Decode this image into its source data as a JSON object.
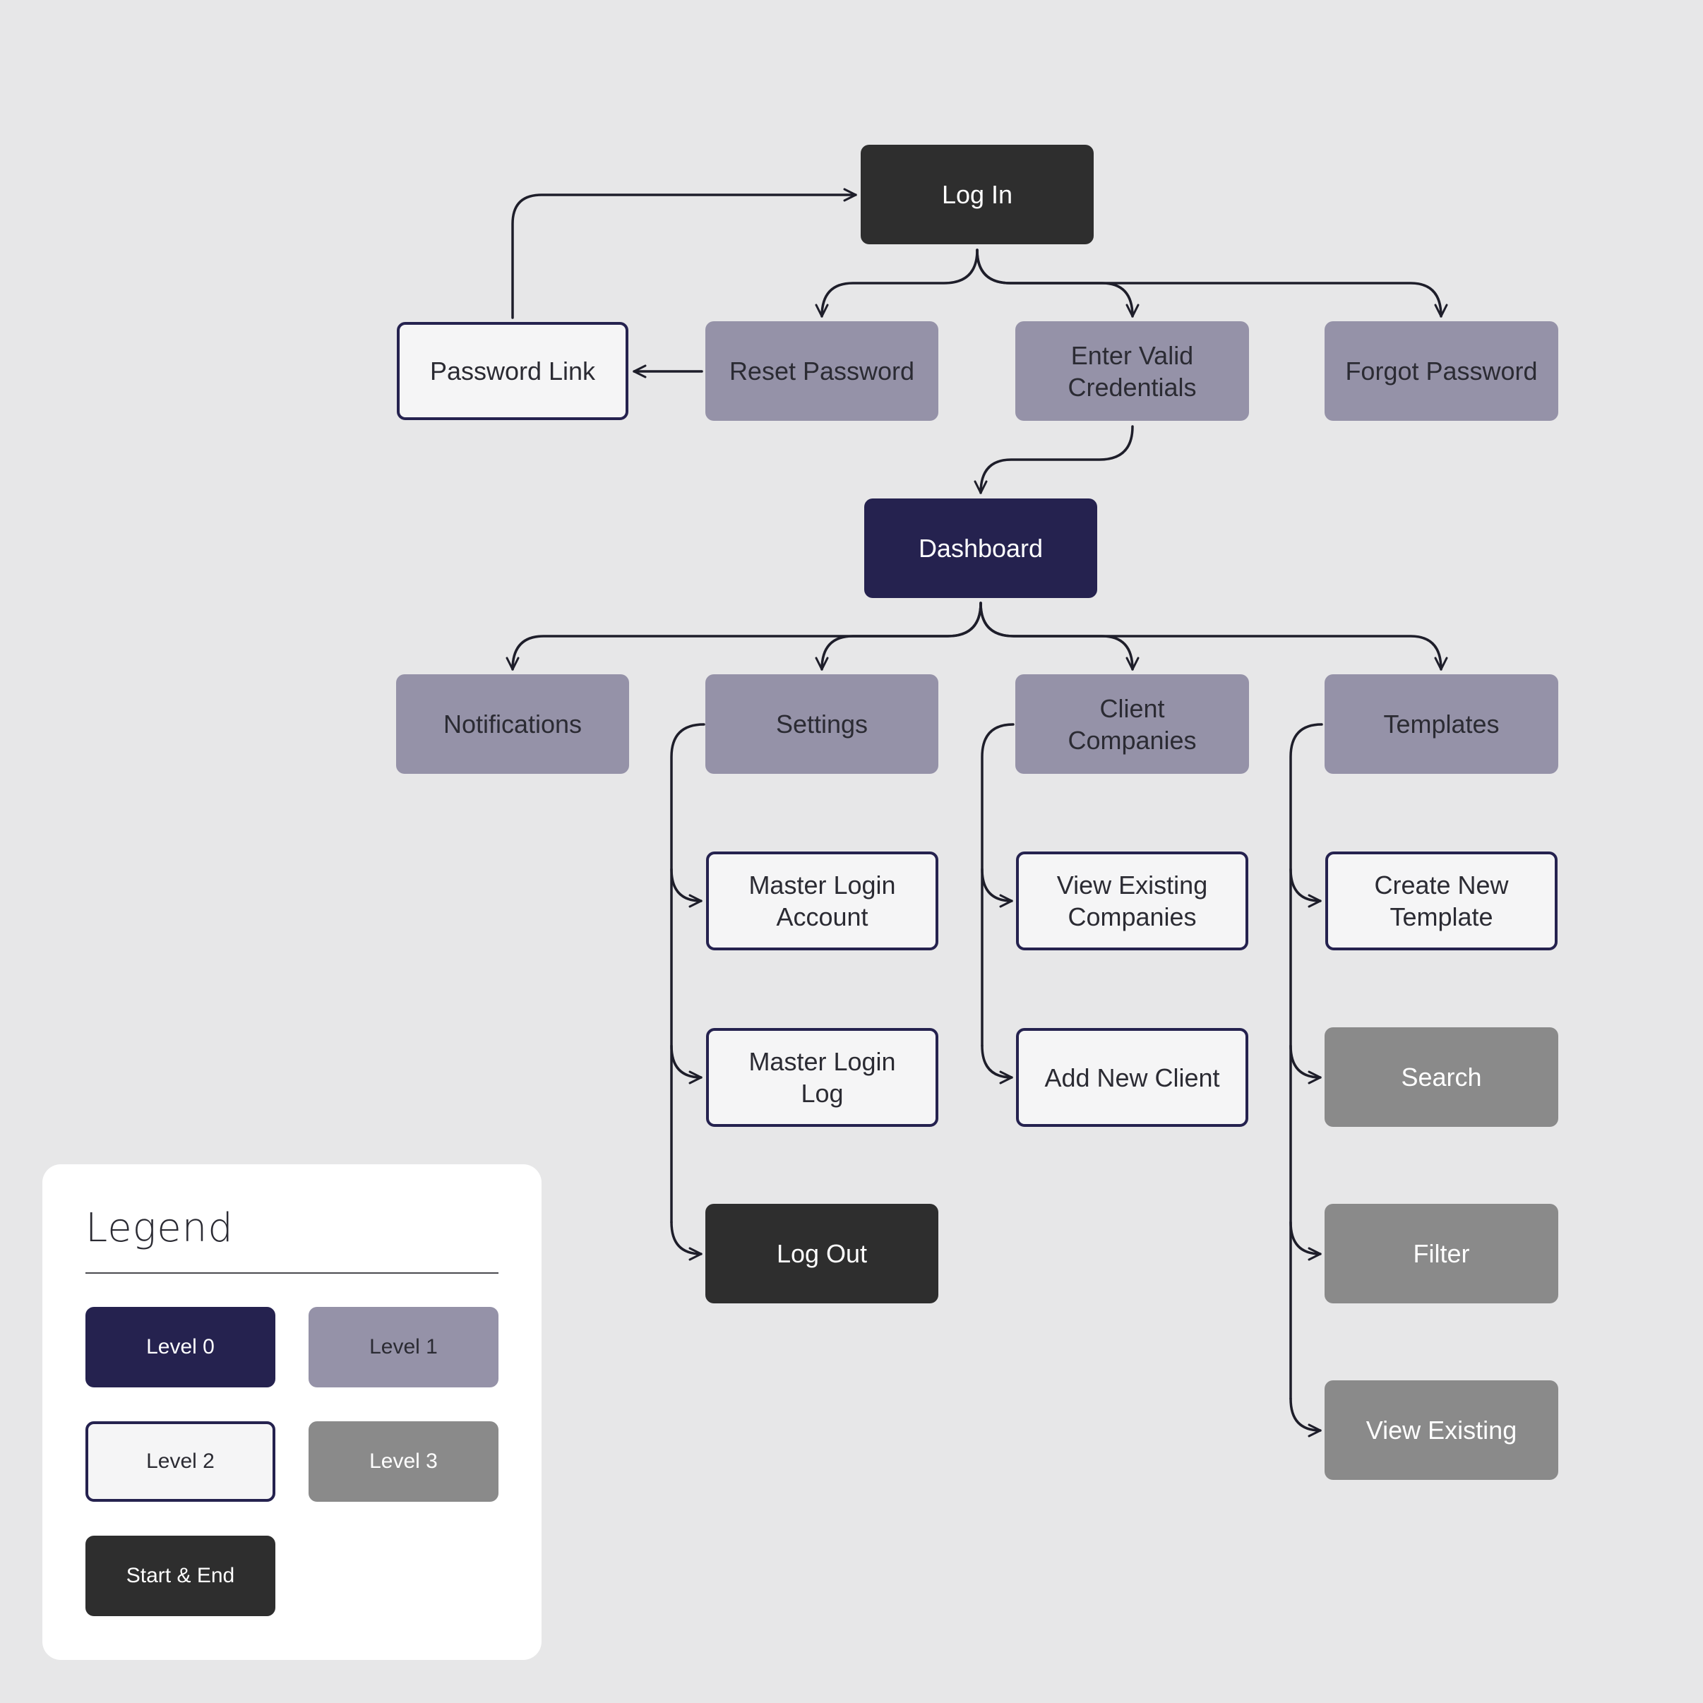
{
  "nodes": {
    "log_in": "Log In",
    "password_link": "Password Link",
    "reset_password": "Reset Password",
    "enter_valid_credentials": "Enter Valid\nCredentials",
    "forgot_password": "Forgot Password",
    "dashboard": "Dashboard",
    "notifications": "Notifications",
    "settings": "Settings",
    "client_companies": "Client\nCompanies",
    "templates": "Templates",
    "master_login_account": "Master Login\nAccount",
    "master_login_log": "Master Login\nLog",
    "log_out": "Log Out",
    "view_existing_companies": "View Existing\nCompanies",
    "add_new_client": "Add New Client",
    "create_new_template": "Create New\nTemplate",
    "search": "Search",
    "filter": "Filter",
    "view_existing": "View Existing"
  },
  "legend": {
    "title": "Legend",
    "level0": "Level 0",
    "level1": "Level 1",
    "level2": "Level 2",
    "level3": "Level 3",
    "start_end": "Start & End"
  },
  "colors": {
    "start_end": "#2e2e2e",
    "level0": "#25224f",
    "level1": "#9592a8",
    "level2": "#f5f5f6",
    "level3": "#8a8a8a",
    "connector": "#1e1e2a",
    "background": "#e7e7e8"
  }
}
